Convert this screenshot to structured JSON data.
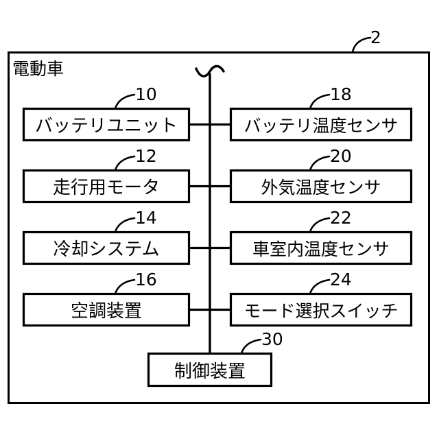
{
  "figure": {
    "kind": "patent-block-diagram",
    "language": "ja",
    "stroke_color": "#000000",
    "background_color": "#ffffff"
  },
  "outer_frame": {
    "title": "電動車",
    "ref": "2"
  },
  "bus": {
    "break_mark": "squiggle"
  },
  "left_column": [
    {
      "label": "バッテリユニット",
      "ref": "10"
    },
    {
      "label": "走行用モータ",
      "ref": "12"
    },
    {
      "label": "冷却システム",
      "ref": "14"
    },
    {
      "label": "空調装置",
      "ref": "16"
    }
  ],
  "right_column": [
    {
      "label": "バッテリ温度センサ",
      "ref": "18"
    },
    {
      "label": "外気温度センサ",
      "ref": "20"
    },
    {
      "label": "車室内温度センサ",
      "ref": "22"
    },
    {
      "label": "モード選択スイッチ",
      "ref": "24"
    }
  ],
  "controller": {
    "label": "制御装置",
    "ref": "30"
  }
}
